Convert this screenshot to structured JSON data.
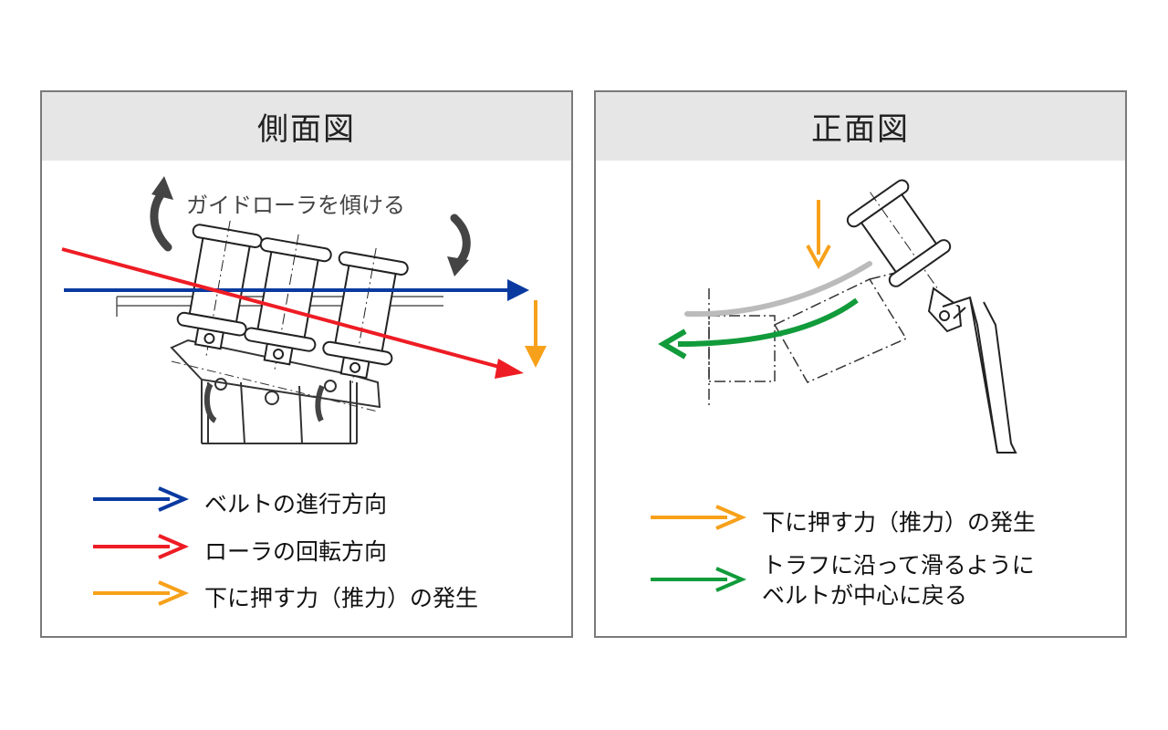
{
  "side_view": {
    "title": "側面図",
    "annotation": "ガイドローラを傾ける",
    "legend": [
      {
        "label": "ベルトの進行方向",
        "color": "#0a3aa0"
      },
      {
        "label": "ローラの回転方向",
        "color": "#ee1c24"
      },
      {
        "label": "下に押す力（推力）の発生",
        "color": "#f7a11a"
      }
    ]
  },
  "front_view": {
    "title": "正面図",
    "legend": [
      {
        "label": "下に押す力（推力）の発生",
        "color": "#f7a11a"
      },
      {
        "label": "トラフに沿って滑るように ベルトが中心に戻る",
        "color": "#119b3b"
      }
    ]
  },
  "colors": {
    "panel_border": "#7a7a7a",
    "header_bg": "#e6e6e6",
    "curved_arrow": "#444444",
    "belt_gray": "#bbbbbb"
  }
}
